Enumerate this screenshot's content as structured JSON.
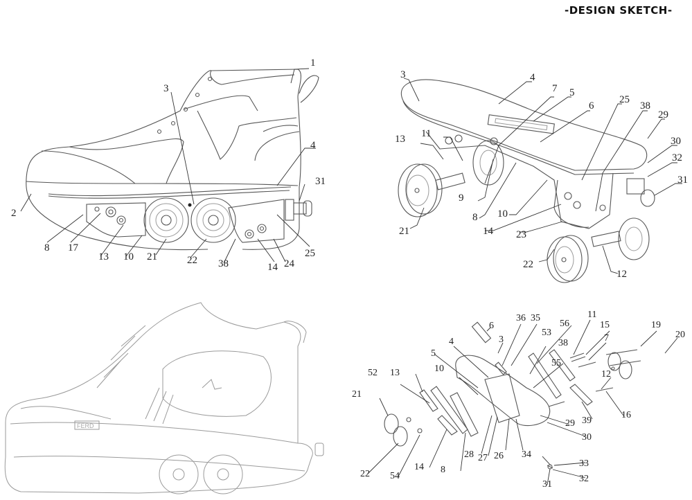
{
  "title": "-DESIGN SKETCH-",
  "figures": {
    "side_view": {
      "callouts": [
        "1",
        "2",
        "3",
        "4",
        "8",
        "17",
        "13",
        "10",
        "21",
        "22",
        "38",
        "14",
        "24",
        "25",
        "31"
      ]
    },
    "perspective_view": {
      "callouts": [
        "3",
        "4",
        "7",
        "5",
        "6",
        "25",
        "38",
        "29",
        "30",
        "32",
        "31",
        "13",
        "11",
        "9",
        "8",
        "10",
        "14",
        "23",
        "21",
        "22",
        "12"
      ]
    },
    "photo_view": {
      "brand_mark": "FERD"
    },
    "exploded_view": {
      "callouts": [
        "6",
        "36",
        "35",
        "56",
        "11",
        "15",
        "19",
        "20",
        "4",
        "3",
        "53",
        "38",
        "7",
        "5",
        "55",
        "12",
        "10",
        "13",
        "52",
        "21",
        "39",
        "16",
        "29",
        "30",
        "28",
        "27",
        "26",
        "34",
        "14",
        "8",
        "22",
        "54",
        "33",
        "31",
        "32"
      ]
    }
  }
}
